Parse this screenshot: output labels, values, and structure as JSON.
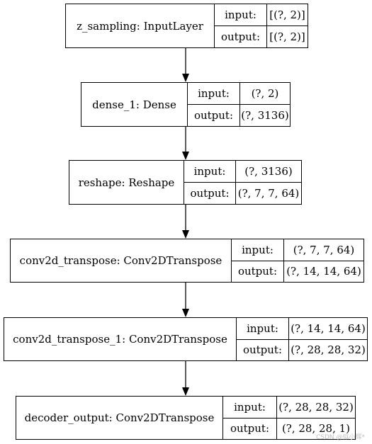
{
  "layers": [
    {
      "name": "z_sampling: InputLayer",
      "input_label": "input:",
      "output_label": "output:",
      "input": "[(?, 2)]",
      "output": "[(?, 2)]"
    },
    {
      "name": "dense_1: Dense",
      "input_label": "input:",
      "output_label": "output:",
      "input": "(?, 2)",
      "output": "(?, 3136)"
    },
    {
      "name": "reshape: Reshape",
      "input_label": "input:",
      "output_label": "output:",
      "input": "(?, 3136)",
      "output": "(?, 7, 7, 64)"
    },
    {
      "name": "conv2d_transpose: Conv2DTranspose",
      "input_label": "input:",
      "output_label": "output:",
      "input": "(?, 7, 7, 64)",
      "output": "(?, 14, 14, 64)"
    },
    {
      "name": "conv2d_transpose_1: Conv2DTranspose",
      "input_label": "input:",
      "output_label": "output:",
      "input": "(?, 14, 14, 64)",
      "output": "(?, 28, 28, 32)"
    },
    {
      "name": "decoder_output: Conv2DTranspose",
      "input_label": "input:",
      "output_label": "output:",
      "input": "(?, 28, 28, 32)",
      "output": "(?, 28, 28, 1)"
    }
  ],
  "watermark": "CSDN @似小辉*"
}
